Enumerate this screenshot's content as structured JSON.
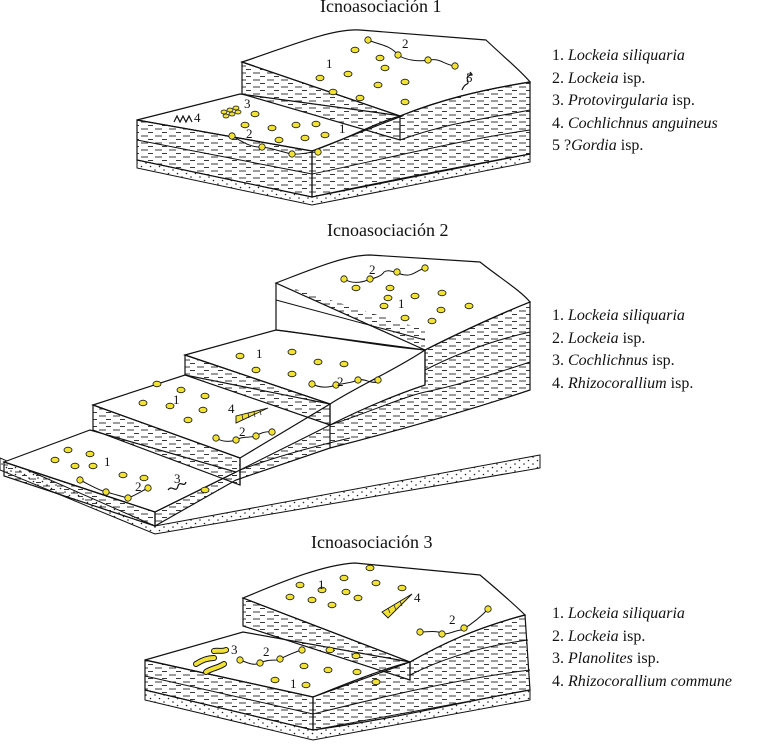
{
  "panels": [
    {
      "title": "Icnoasociación 1",
      "legend": [
        {
          "n": "1.",
          "genus": "Lockeia siliquaria",
          "rest": ""
        },
        {
          "n": "2.",
          "genus": "Lockeia",
          "rest": " isp."
        },
        {
          "n": "3.",
          "genus": "Protovirgularia",
          "rest": " isp."
        },
        {
          "n": "4.",
          "genus": "Cochlichnus anguineus",
          "rest": ""
        },
        {
          "n": "5 ?",
          "genus": "Gordia",
          "rest": " isp."
        }
      ]
    },
    {
      "title": "Icnoasociación 2",
      "legend": [
        {
          "n": "1.",
          "genus": "Lockeia siliquaria",
          "rest": ""
        },
        {
          "n": "2.",
          "genus": "Lockeia",
          "rest": " isp."
        },
        {
          "n": "3.",
          "genus": "Cochlichnus",
          "rest": " isp."
        },
        {
          "n": "4.",
          "genus": "Rhizocorallium",
          "rest": " isp."
        }
      ]
    },
    {
      "title": "Icnoasociación 3",
      "legend": [
        {
          "n": "1.",
          "genus": "Lockeia siliquaria",
          "rest": ""
        },
        {
          "n": "2.",
          "genus": "Lockeia",
          "rest": " isp."
        },
        {
          "n": "3.",
          "genus": "Planolites",
          "rest": " isp."
        },
        {
          "n": "4.",
          "genus": "Rhizocorallium commune",
          "rest": ""
        }
      ]
    }
  ],
  "marker_numbers": [
    "1",
    "2",
    "3",
    "4",
    "5"
  ],
  "colors": {
    "trace_fill": "#f2e233",
    "outline": "#111111",
    "surface": "#ffffff"
  }
}
